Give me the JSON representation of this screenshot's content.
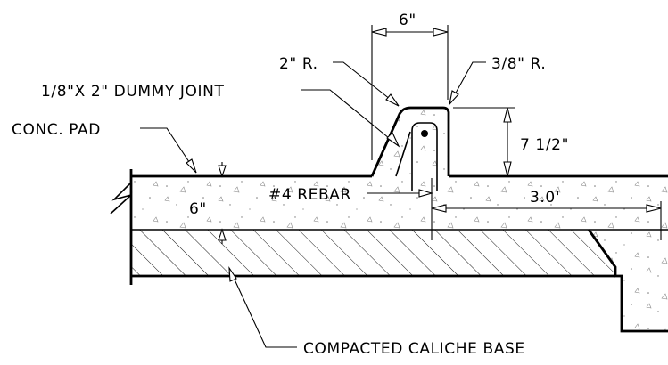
{
  "labels": {
    "top_width": "6\"",
    "radius_large": "2\" R.",
    "radius_small": "3/8\" R.",
    "dummy_joint": "1/8\"X 2\" DUMMY JOINT",
    "conc_pad": "CONC. PAD",
    "curb_height": "7 1/2\"",
    "pad_thickness": "6\"",
    "rebar": "#4 REBAR",
    "offset": "3.0'",
    "base": "COMPACTED CALICHE BASE"
  }
}
